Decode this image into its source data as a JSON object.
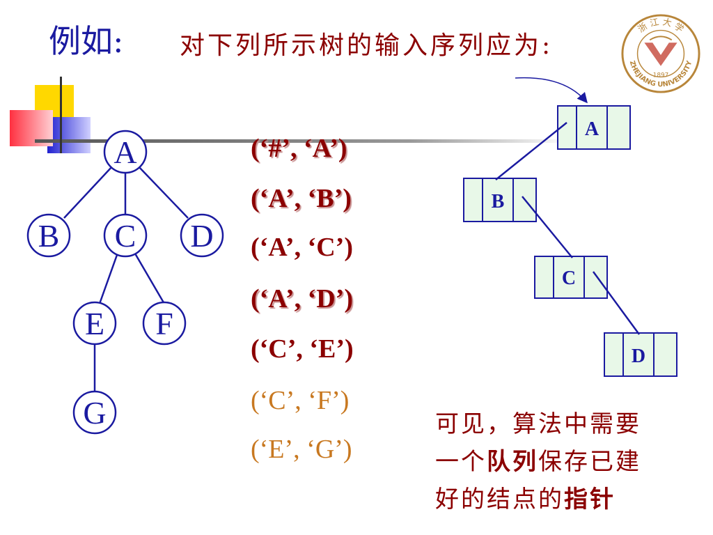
{
  "title": {
    "main": "例如:",
    "sub": "对下列所示树的输入序列应为:"
  },
  "tree": {
    "nodes": [
      "A",
      "B",
      "C",
      "D",
      "E",
      "F",
      "G"
    ],
    "edges": [
      [
        "A",
        "B"
      ],
      [
        "A",
        "C"
      ],
      [
        "A",
        "D"
      ],
      [
        "C",
        "E"
      ],
      [
        "C",
        "F"
      ],
      [
        "E",
        "G"
      ]
    ]
  },
  "input_sequence": [
    {
      "text": "(‘#’, ‘A’)",
      "state": "done"
    },
    {
      "text": "(‘A’, ‘B’)",
      "state": "done"
    },
    {
      "text": "(‘A’, ‘C’)",
      "state": "plain"
    },
    {
      "text": "(‘A’, ‘D’)",
      "state": "done"
    },
    {
      "text": "(‘C’, ‘E’)",
      "state": "plain"
    },
    {
      "text": "(‘C’, ‘F’)",
      "state": "pending"
    },
    {
      "text": "(‘E’, ‘G’)",
      "state": "pending"
    }
  ],
  "linked_nodes": [
    "A",
    "B",
    "C",
    "D"
  ],
  "note": {
    "line1": "可见，算法中需要",
    "line2_pre": "一个",
    "line2_bold": "队列",
    "line2_post": "保存已建",
    "line3_pre": "好的结点的",
    "line3_bold": "指针"
  },
  "logo": {
    "top_text": "浙 江 大 学",
    "year": "1897",
    "name": "ZHEJIANG UNIVERSITY"
  },
  "colors": {
    "title": "#1a1aa0",
    "emphasis": "#8b0000",
    "pending": "#c87820",
    "node_fill": "#e8f8e8",
    "link_line": "#1a1aa0",
    "logo": "#b8863a"
  }
}
